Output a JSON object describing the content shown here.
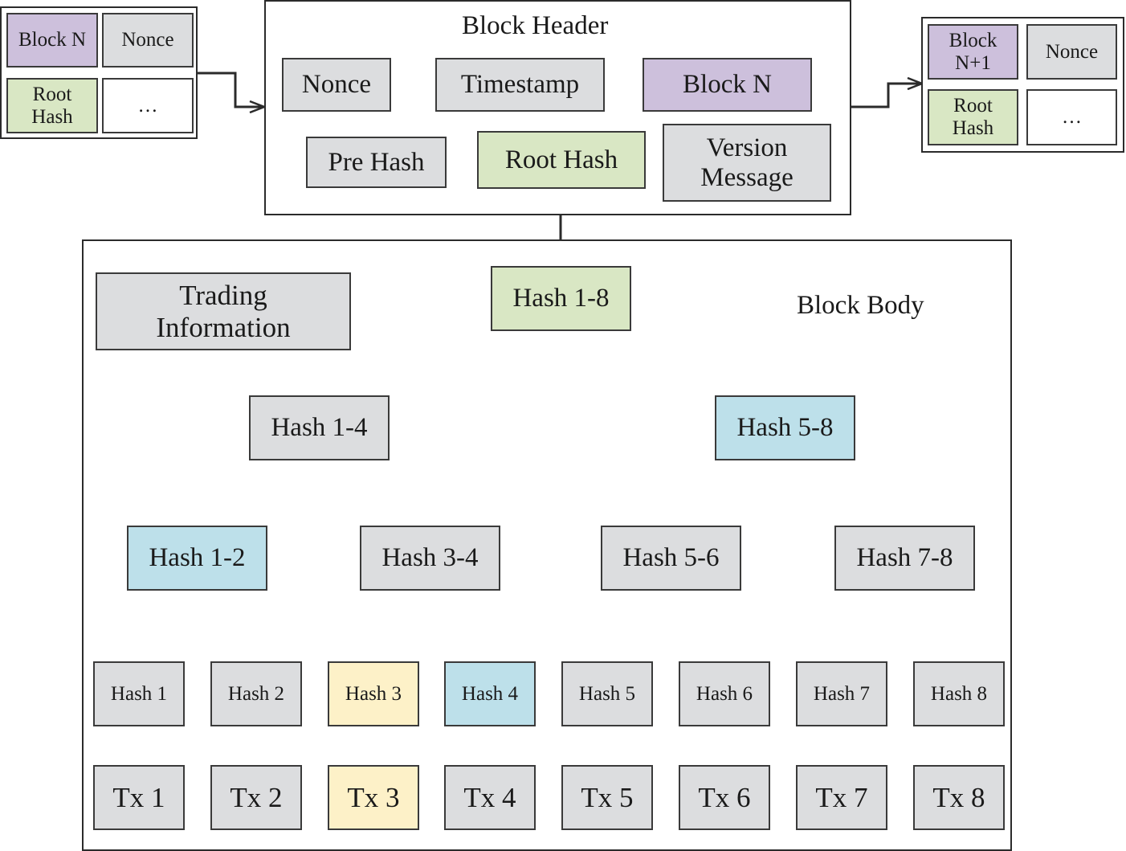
{
  "prev_block": {
    "block": "Block N",
    "nonce": "Nonce",
    "root_hash": "Root\nHash",
    "more": "…"
  },
  "header": {
    "title": "Block Header",
    "nonce": "Nonce",
    "timestamp": "Timestamp",
    "block": "Block N",
    "pre_hash": "Pre Hash",
    "root_hash": "Root Hash",
    "version": "Version\nMessage"
  },
  "next_block": {
    "block": "Block\nN+1",
    "nonce": "Nonce",
    "root_hash": "Root\nHash",
    "more": "…"
  },
  "body": {
    "title": "Block Body",
    "trading_info": "Trading\nInformation",
    "hash_1_8": "Hash 1-8",
    "hash_1_4": "Hash 1-4",
    "hash_5_8": "Hash 5-8",
    "hash_1_2": "Hash 1-2",
    "hash_3_4": "Hash 3-4",
    "hash_5_6": "Hash 5-6",
    "hash_7_8": "Hash 7-8",
    "leaf_hashes": [
      "Hash 1",
      "Hash 2",
      "Hash 3",
      "Hash 4",
      "Hash 5",
      "Hash 6",
      "Hash 7",
      "Hash 8"
    ],
    "transactions": [
      "Tx 1",
      "Tx 2",
      "Tx 3",
      "Tx 4",
      "Tx 5",
      "Tx 6",
      "Tx 7",
      "Tx 8"
    ]
  },
  "colors": {
    "grey": "#dcdddf",
    "purple": "#cdc0dc",
    "green": "#d9e7c4",
    "blue": "#bde0ea",
    "yellow": "#fdf1c8"
  }
}
